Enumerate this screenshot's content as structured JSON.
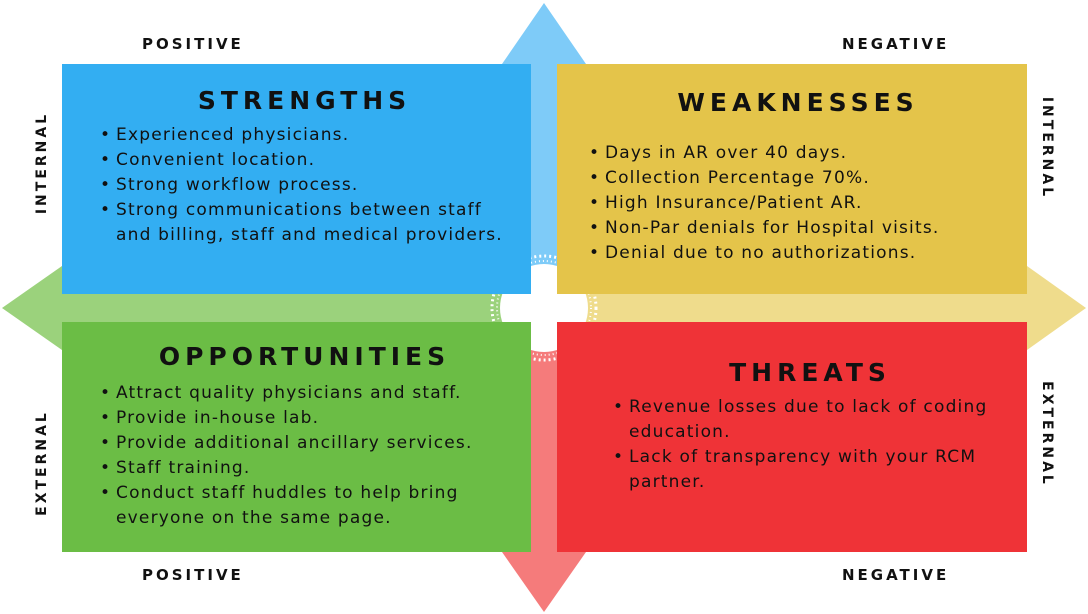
{
  "axis_labels": {
    "top_left": "POSITIVE",
    "top_right": "NEGATIVE",
    "bottom_left": "POSITIVE",
    "bottom_right": "NEGATIVE",
    "left_top": "INTERNAL",
    "left_bottom": "EXTERNAL",
    "right_top": "INTERNAL",
    "right_bottom": "EXTERNAL"
  },
  "quadrants": {
    "strengths": {
      "title": "STRENGTHS",
      "color": "#33aef2",
      "items": [
        "Experienced physicians.",
        "Convenient location.",
        "Strong workflow process.",
        "Strong communications between staff and billing, staff and medical providers."
      ]
    },
    "weaknesses": {
      "title": "WEAKNESSES",
      "color": "#e4c44a",
      "items": [
        "Days in AR over 40 days.",
        "Collection Percentage 70%.",
        "High Insurance/Patient AR.",
        "Non-Par denials for Hospital visits.",
        "Denial due to no authorizations."
      ]
    },
    "opportunities": {
      "title": "OPPORTUNITIES",
      "color": "#6bbd45",
      "items": [
        "Attract quality physicians and staff.",
        "Provide in-house lab.",
        "Provide additional ancillary services.",
        "Staff training.",
        "Conduct staff huddles to help bring everyone on the same page."
      ]
    },
    "threats": {
      "title": "THREATS",
      "color": "#ef3337",
      "items": [
        "Revenue losses due to lack of coding education.",
        "Lack of transparency with your RCM partner."
      ]
    }
  },
  "arrow_colors": {
    "up": "#7ecbf8",
    "down": "#f57b7b",
    "left": "#9bd27c",
    "right": "#efdc8c"
  }
}
